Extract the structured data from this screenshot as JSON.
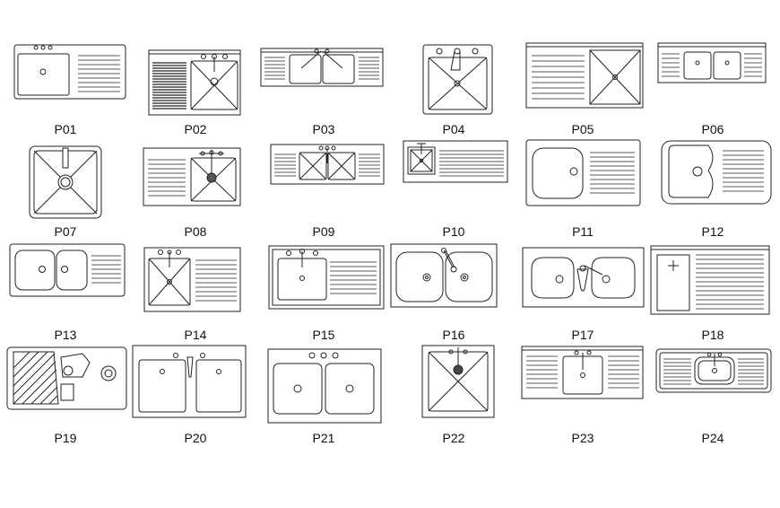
{
  "sheet": {
    "labels": [
      "P01",
      "P02",
      "P03",
      "P04",
      "P05",
      "P06",
      "P07",
      "P08",
      "P09",
      "P10",
      "P11",
      "P12",
      "P13",
      "P14",
      "P15",
      "P16",
      "P17",
      "P18",
      "P19",
      "P20",
      "P21",
      "P22",
      "P23",
      "P24"
    ]
  }
}
